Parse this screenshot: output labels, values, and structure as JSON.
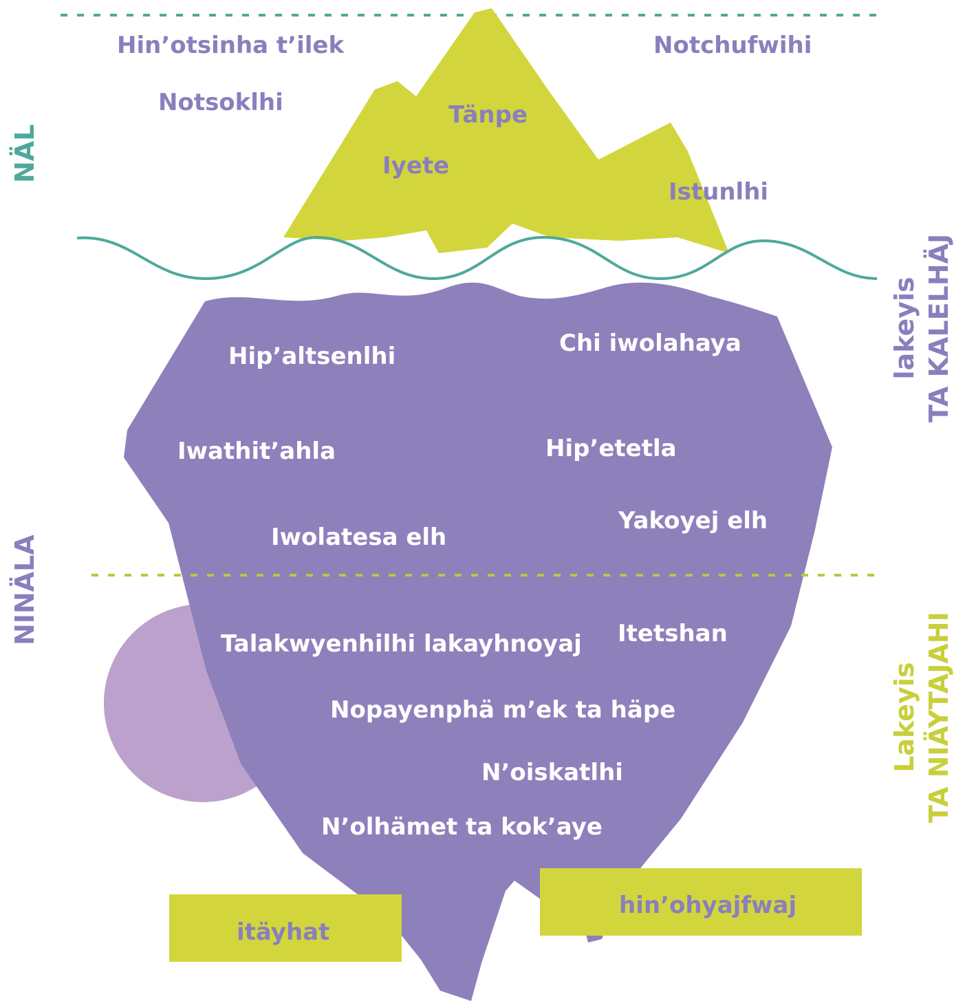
{
  "colors": {
    "tip": "#d2d63c",
    "body": "#8e80bb",
    "circle": "#bca1cc",
    "teal": "#4ea99a",
    "text_purple": "#8a7fbd",
    "white": "#ffffff"
  },
  "side_labels": {
    "top_left": "NÄL",
    "bottom_left": "NINÄLA",
    "right_upper_line1": "lakeyis",
    "right_upper_line2": "TA KALELHÄJ",
    "right_lower_line1": "Lakeyis",
    "right_lower_line2": "TA NIÄYTAJAHI"
  },
  "above_labels": {
    "a": "Hin’otsinha t’ilek",
    "b": "Notchufwihi",
    "c": "Notsoklhi",
    "d": "Tänpe",
    "e": "Iyete",
    "f": "Istunlhi"
  },
  "body_labels": {
    "a": "Hip’altsenlhi",
    "b": "Chi iwolahaya",
    "c": "Iwathit’ahla",
    "d": "Hip’etetla",
    "e": "Iwolatesa elh",
    "f": "Yakoyej elh",
    "g": "Talakwyenhilhi lakayhnoyaj",
    "h": "Itetshan",
    "i": "Nopayenphä m’ek ta häpe",
    "j": "N’oiskatlhi",
    "k": "N’olhämet ta kok’aye"
  },
  "boxes": {
    "left": "itäyhat",
    "right": "hin’ohyajfwaj"
  }
}
